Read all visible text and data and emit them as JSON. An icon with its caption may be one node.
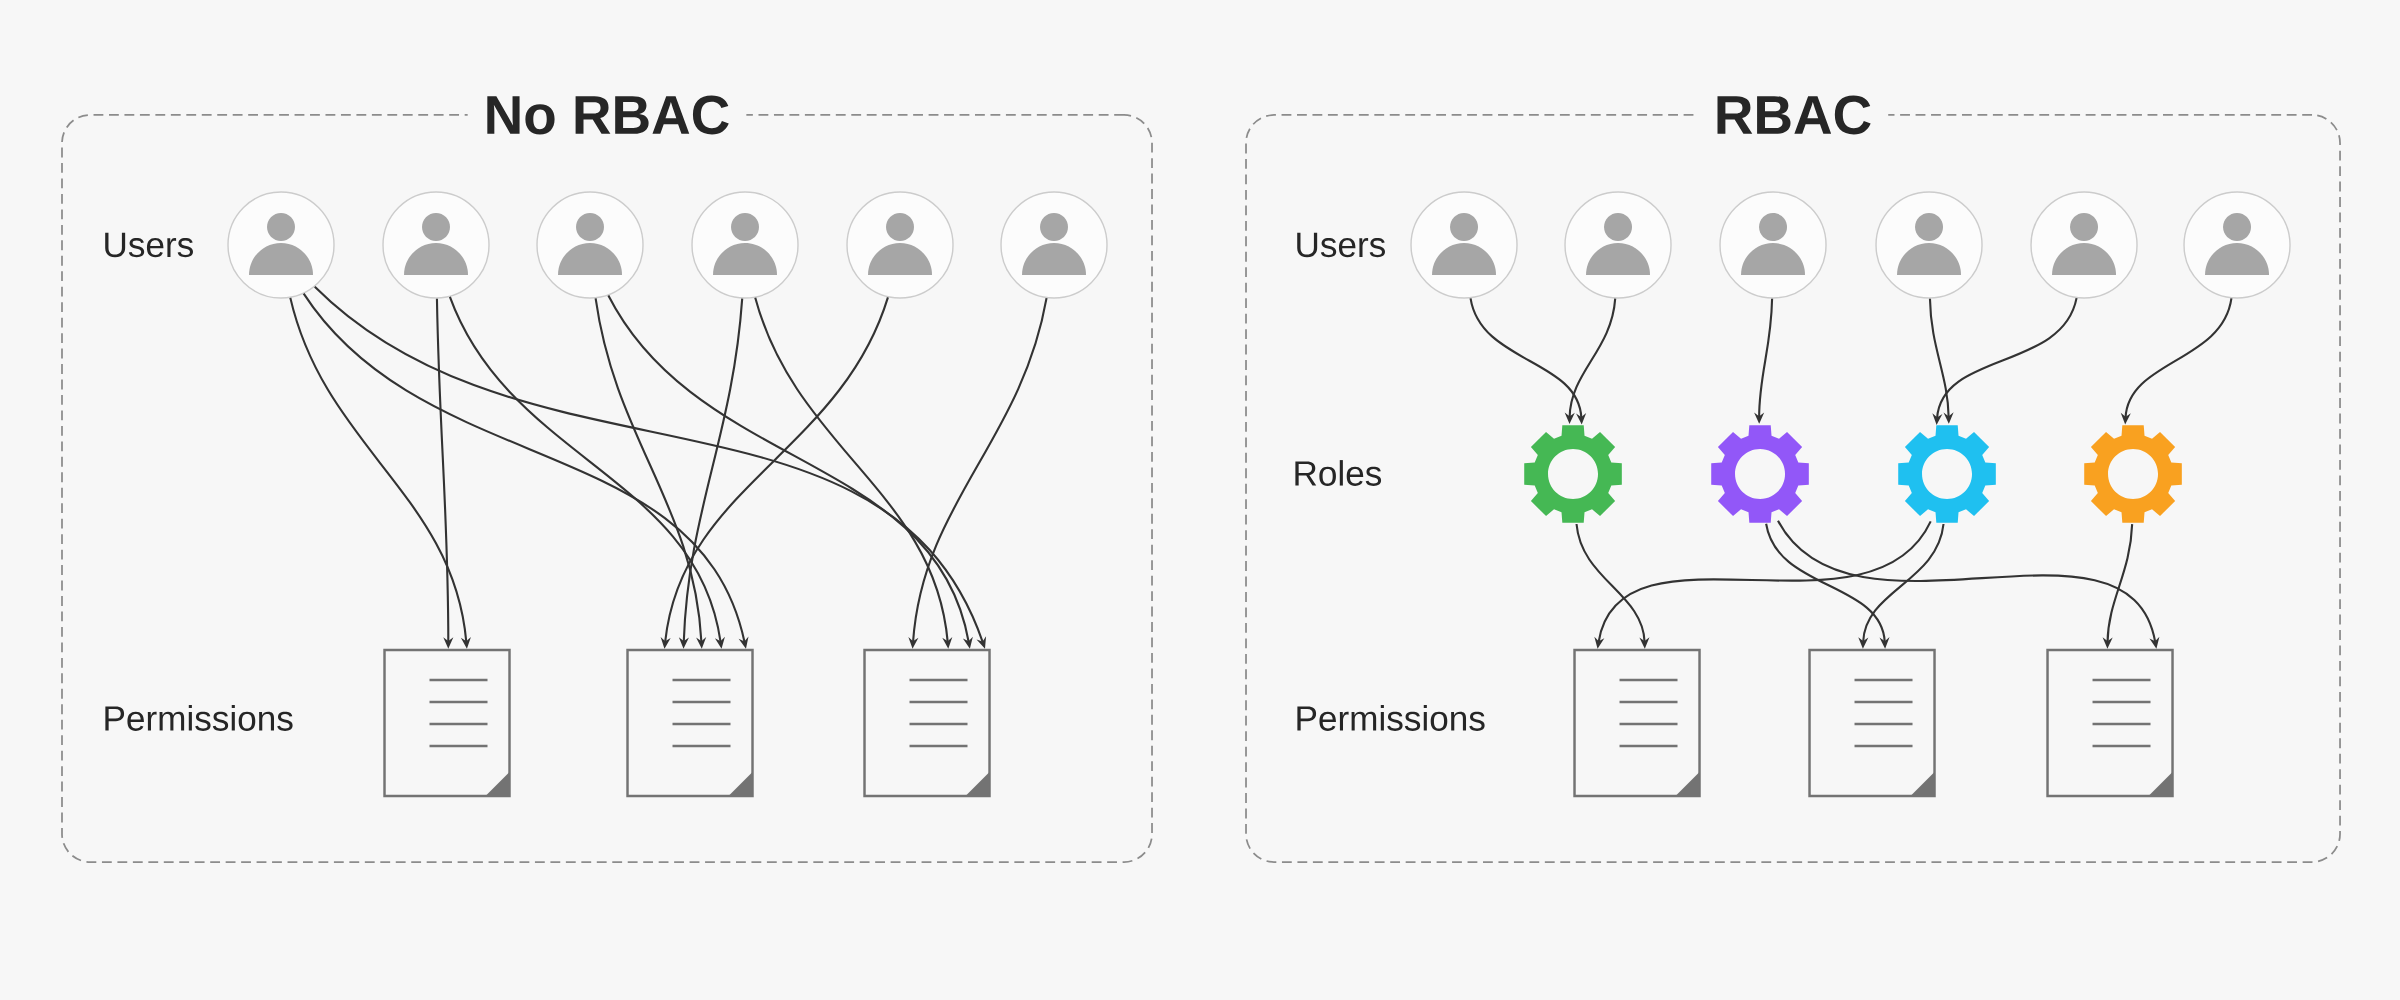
{
  "diagram": {
    "nodes": [
      {
        "text": [
          "No RBAC"
        ]
      },
      {
        "text": [],
        "shape": "person",
        "in": 0
      },
      {
        "text": [],
        "shape": "person",
        "in": 0
      },
      {
        "text": [],
        "shape": "person",
        "in": 0
      },
      {
        "text": [],
        "shape": "person",
        "in": 0
      },
      {
        "text": [],
        "shape": "person",
        "in": 0
      },
      {
        "text": [],
        "shape": "person",
        "in": 0
      },
      {
        "text": [],
        "shape": "picture",
        "in": 0
      },
      {
        "text": [],
        "shape": "picture",
        "in": 0
      },
      {
        "text": [],
        "shape": "picture",
        "in": 0
      },
      {
        "text": [
          "RBAC"
        ]
      },
      {
        "text": [],
        "shape": "person",
        "in": 10
      },
      {
        "text": [],
        "shape": "person",
        "in": 10
      },
      {
        "text": [],
        "shape": "person",
        "in": 10
      },
      {
        "text": [],
        "shape": "person",
        "in": 10
      },
      {
        "text": [],
        "shape": "person",
        "in": 10
      },
      {
        "text": [],
        "shape": "person",
        "in": 10
      },
      {
        "text": [],
        "shape": "picture",
        "in": 10
      },
      {
        "text": [],
        "shape": "picture",
        "in": 10
      },
      {
        "text": [],
        "shape": "picture",
        "in": 10
      },
      {
        "text": [],
        "shape": "picture",
        "in": 10
      },
      {
        "text": [],
        "shape": "picture",
        "in": 10
      },
      {
        "text": [],
        "shape": "picture",
        "in": 10
      },
      {
        "text": [],
        "shape": "picture",
        "in": 10
      }
    ],
    "edges": [
      {
        "from": 1,
        "to": 7,
        "arrow": "to"
      },
      {
        "from": 1,
        "to": 8,
        "arrow": "to"
      },
      {
        "from": 1,
        "to": 9,
        "arrow": "to"
      },
      {
        "from": 2,
        "to": 7,
        "arrow": "to"
      },
      {
        "from": 2,
        "to": 8,
        "arrow": "to"
      },
      {
        "from": 3,
        "to": 8,
        "arrow": "to"
      },
      {
        "from": 3,
        "to": 9,
        "arrow": "to"
      },
      {
        "from": 4,
        "to": 8,
        "arrow": "to"
      },
      {
        "from": 4,
        "to": 9,
        "arrow": "to"
      },
      {
        "from": 5,
        "to": 8,
        "arrow": "to"
      },
      {
        "from": 6,
        "to": 9,
        "arrow": "to"
      },
      {
        "from": 11,
        "to": 17,
        "arrow": "to"
      },
      {
        "from": 12,
        "to": 17,
        "arrow": "to"
      },
      {
        "from": 13,
        "to": 18,
        "arrow": "to"
      },
      {
        "from": 14,
        "to": 19,
        "arrow": "to"
      },
      {
        "from": 15,
        "to": 19,
        "arrow": "to"
      },
      {
        "from": 16,
        "to": 20,
        "arrow": "to"
      },
      {
        "from": 17,
        "to": 21,
        "arrow": "to"
      },
      {
        "from": 19,
        "to": 21,
        "arrow": "to"
      },
      {
        "from": 18,
        "to": 22,
        "arrow": "to"
      },
      {
        "from": 19,
        "to": 22,
        "arrow": "to"
      },
      {
        "from": 18,
        "to": 23,
        "arrow": "to"
      },
      {
        "from": 20,
        "to": 23,
        "arrow": "to"
      }
    ],
    "labels": [
      "Users",
      "Permissions",
      "Users",
      "Roles",
      "Permissions"
    ]
  }
}
